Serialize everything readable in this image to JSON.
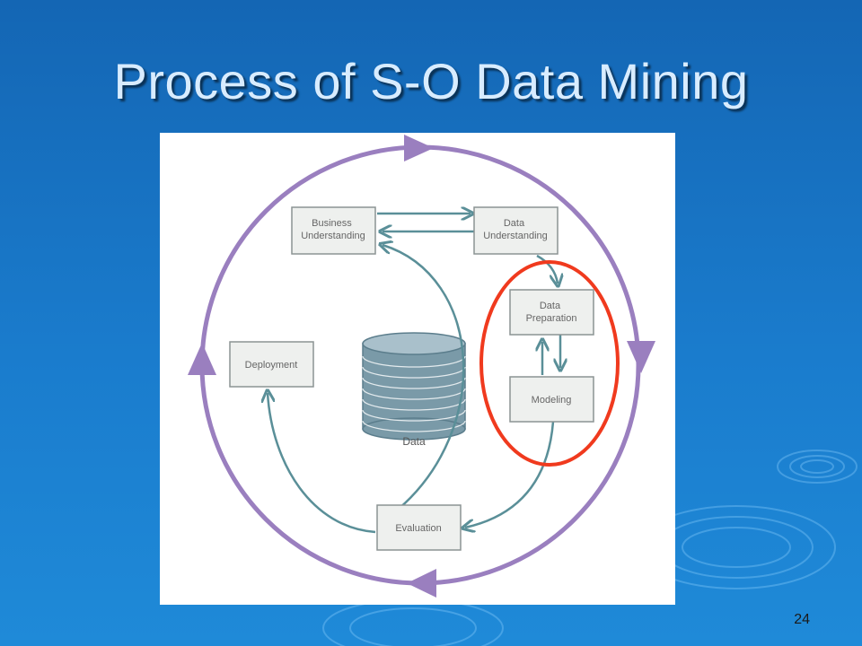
{
  "slide": {
    "title": "Process of S-O Data Mining",
    "page_number": "24"
  },
  "diagram": {
    "stages": {
      "business_understanding": [
        "Business",
        "Understanding"
      ],
      "data_understanding": [
        "Data",
        "Understanding"
      ],
      "data_preparation": [
        "Data",
        "Preparation"
      ],
      "modeling": "Modeling",
      "evaluation": "Evaluation",
      "deployment": "Deployment"
    },
    "data_label": "Data"
  },
  "colors": {
    "cycle": "#9a7fbf",
    "flow": "#5a8f98",
    "highlight": "#f03a1e",
    "box_fill": "#eef0ee",
    "box_stroke": "#8c9494"
  }
}
